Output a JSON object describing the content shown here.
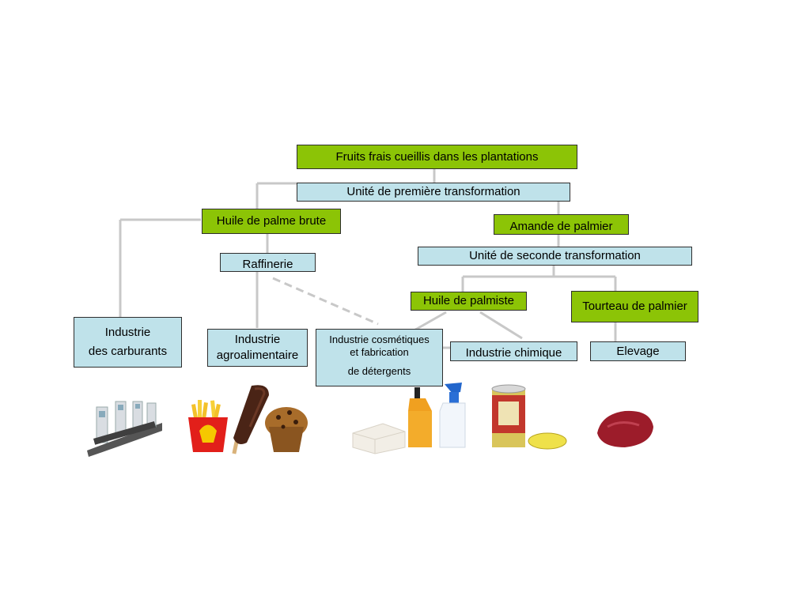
{
  "diagram": {
    "nodes": {
      "fruits": "Fruits frais cueillis dans les plantations",
      "unite1": "Unité de première transformation",
      "huile_palme": "Huile de palme brute",
      "amande": "Amande de palmier",
      "unite2": "Unité de seconde transformation",
      "raffinerie": "Raffinerie",
      "huile_palmiste": "Huile de palmiste",
      "tourteau": "Tourteau de palmier",
      "carburants": [
        "Industrie",
        "des carburants"
      ],
      "agro": [
        "Industrie",
        "agroalimentaire"
      ],
      "cosmetiques": [
        "Industrie cosmétiques",
        "et fabrication",
        "de détergents"
      ],
      "chimique": "Industrie chimique",
      "elevage": "Elevage"
    },
    "colors": {
      "green_box": "#8cc406",
      "blue_box": "#bfe2ea",
      "connector": "#c8c8c8"
    },
    "icons": [
      "fuel-pumps-icon",
      "fries-icon",
      "ice-cream-bar-icon",
      "muffin-icon",
      "soap-bar-icon",
      "oil-bottle-icon",
      "spray-bottle-icon",
      "paint-can-icon",
      "meat-icon"
    ]
  }
}
